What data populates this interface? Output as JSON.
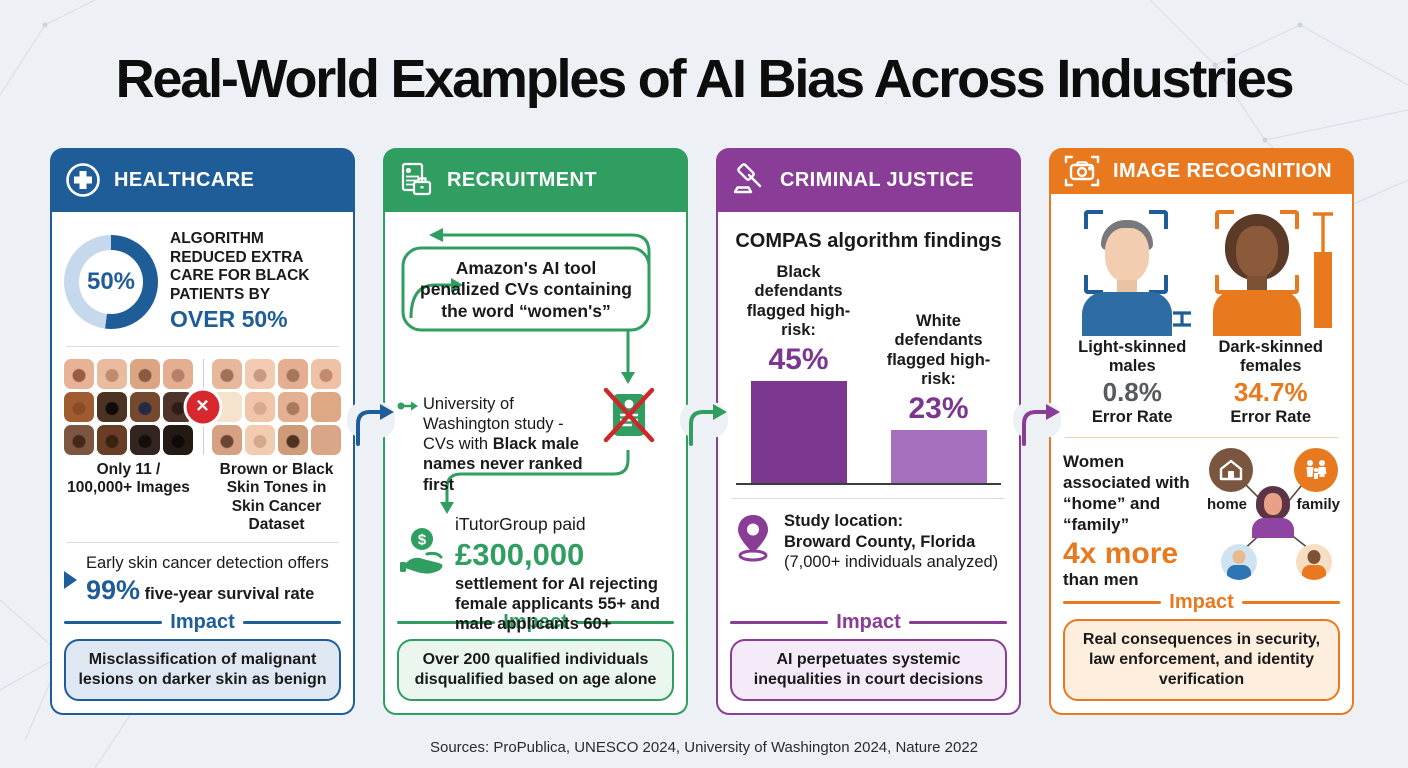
{
  "title": "Real-World Examples of AI Bias Across Industries",
  "footer": {
    "sources": "Sources: ProPublica, UNESCO 2024, University of Washington 2024, Nature 2022"
  },
  "background_color": "#edf1f6",
  "columns": [
    {
      "id": "healthcare",
      "label": "HEALTHCARE",
      "icon": "medical-cross-icon",
      "accent": "#1f5d99",
      "impact_bg": "#dfe8f2",
      "donut": {
        "percent": 52,
        "label": "50%",
        "color": "#1f5d99",
        "track": "#c6d9ec"
      },
      "stat_text": "ALGORITHM REDUCED EXTRA CARE FOR BLACK PATIENTS BY",
      "stat_highlight": "OVER 50%",
      "left_caption": "Only 11 / 100,000+ Images",
      "right_caption": "Brown or Black Skin Tones in Skin Cancer Dataset",
      "survival_line": "Early skin cancer detection offers",
      "survival_stat": "99%",
      "survival_rest": "five-year survival rate",
      "impact_label": "Impact",
      "impact_text": "Misclassification of malignant lesions on darker skin as benign",
      "dark_swatches": [
        {
          "c": "#e7b296",
          "m": "#9a5a44"
        },
        {
          "c": "#e9bb9f",
          "m": "#c08a6e"
        },
        {
          "c": "#dba483",
          "m": "#8a5a42"
        },
        {
          "c": "#e3af90",
          "m": "#b5806a"
        },
        {
          "c": "#a05c30",
          "m": "#8a4c26"
        },
        {
          "c": "#4a3322",
          "m": "#100b08"
        },
        {
          "c": "#74492f",
          "m": "#262a44"
        },
        {
          "c": "#4e342a",
          "m": "#2e1e18"
        },
        {
          "c": "#7c5640",
          "m": "#44291a"
        },
        {
          "c": "#6a3e26",
          "m": "#3a2210"
        },
        {
          "c": "#332420",
          "m": "#140d0a"
        },
        {
          "c": "#241a14",
          "m": "#0e0a08"
        }
      ],
      "light_swatches": [
        {
          "c": "#e6b79a",
          "m": "#a2705a"
        },
        {
          "c": "#f2cbb2",
          "m": "#c79a82"
        },
        {
          "c": "#e5ae90",
          "m": "#a5765c"
        },
        {
          "c": "#efc2a5",
          "m": "#c08a6c"
        },
        {
          "c": "#f6e3ce",
          "m": null
        },
        {
          "c": "#f0c5aa",
          "m": "#d8a98c"
        },
        {
          "c": "#e5b091",
          "m": "#a87a5e"
        },
        {
          "c": "#dfa885",
          "m": null
        },
        {
          "c": "#d6a083",
          "m": "#6a4632"
        },
        {
          "c": "#f2ccb1",
          "m": "#d3a88c"
        },
        {
          "c": "#cf9a77",
          "m": "#4f3322"
        },
        {
          "c": "#d9a788",
          "m": null
        }
      ]
    },
    {
      "id": "recruitment",
      "label": "RECRUITMENT",
      "icon": "resume-briefcase-icon",
      "accent": "#2f9e60",
      "impact_bg": "#eaf6ee",
      "amazon_note": "Amazon's AI tool penalized CVs containing the word “women's”",
      "uw_note_normal": "University of Washington study - CVs with ",
      "uw_note_bold": "Black male names never ranked first",
      "settlement_intro": "iTutorGroup paid",
      "settlement_amount": "£300,000",
      "settlement_detail": "settlement for AI rejecting female applicants 55+ and male applicants 60+",
      "impact_label": "Impact",
      "impact_text": "Over 200 qualified individuals disqualified based on age alone"
    },
    {
      "id": "criminal-justice",
      "label": "CRIMINAL JUSTICE",
      "icon": "gavel-icon",
      "accent": "#8a3d96",
      "impact_bg": "#f5eaf7",
      "bar_dark": "#7b3690",
      "bar_light": "#a570bd",
      "heading": "COMPAS algorithm findings",
      "bars": [
        {
          "label": "Black defendants flagged high-risk:",
          "value": "45%",
          "pct": 45,
          "height": 102,
          "color": "#7b3690"
        },
        {
          "label": "White defendants flagged high-risk:",
          "value": "23%",
          "pct": 23,
          "height": 53,
          "color": "#a570bd"
        }
      ],
      "location_title": "Study location:",
      "location_name": "Broward County, Florida",
      "location_detail": "(7,000+ individuals analyzed)",
      "impact_label": "Impact",
      "impact_text": "AI perpetuates systemic inequalities in court decisions"
    },
    {
      "id": "image-recognition",
      "label": "IMAGE RECOGNITION",
      "icon": "camera-icon",
      "accent": "#e8791f",
      "impact_bg": "#fdeede",
      "faces": [
        {
          "label": "Light-skinned males",
          "rate": "0.8%",
          "rate_color": "#58595b",
          "sub": "Error Rate"
        },
        {
          "label": "Dark-skinned females",
          "rate": "34.7%",
          "rate_color": "#e8791f",
          "sub": "Error Rate"
        }
      ],
      "assoc_text": "Women associated with “home” and “family”",
      "assoc_stat": "4x more",
      "assoc_rest": "than men",
      "network": {
        "home_label": "home",
        "family_label": "family"
      },
      "impact_label": "Impact",
      "impact_text": "Real consequences in security, law enforcement, and identity verification"
    }
  ]
}
